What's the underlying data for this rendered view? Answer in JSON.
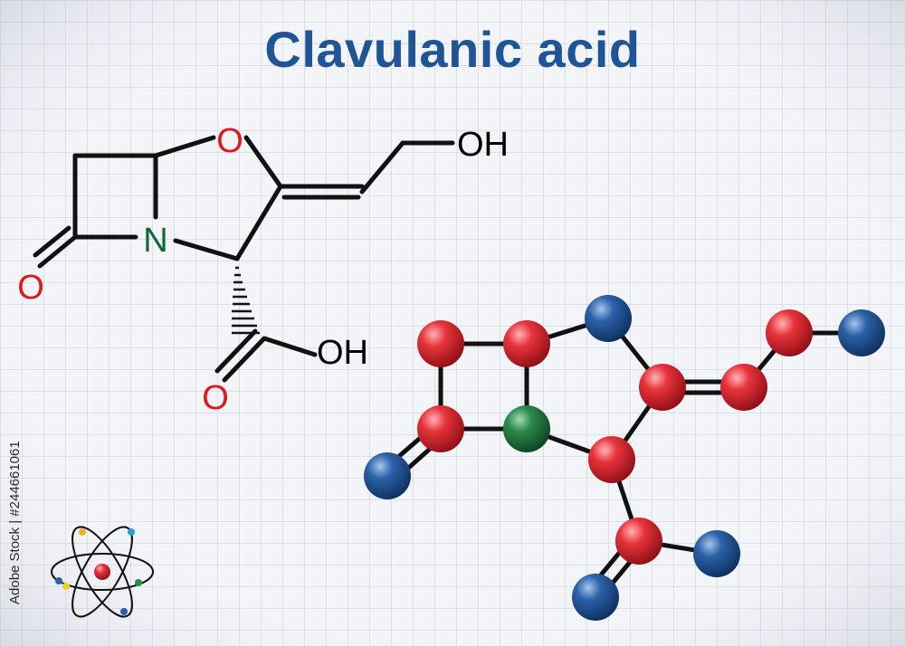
{
  "title": "Clavulanic acid",
  "side_label": "Adobe Stock | #244661061",
  "colors": {
    "background": "#f3f4f8",
    "grid": "#c7cad9",
    "title": "#1f5596",
    "bond": "#111111",
    "oxygen_label": "#e0161d",
    "nitrogen_label": "#0d6a35",
    "carbon_ball": "#d8202a",
    "oxygen_ball": "#1d4f8c",
    "nitrogen_ball": "#1f6a3a"
  },
  "skeletal_formula": {
    "labels": {
      "ring_oxygen": "O",
      "nitrogen": "N",
      "hydroxyl": "OH",
      "carbonyl_oxygen": "O",
      "acid_hydroxyl": "OH",
      "acid_carbonyl_oxygen": "O"
    }
  },
  "icons": {
    "atom": "atom-icon"
  }
}
